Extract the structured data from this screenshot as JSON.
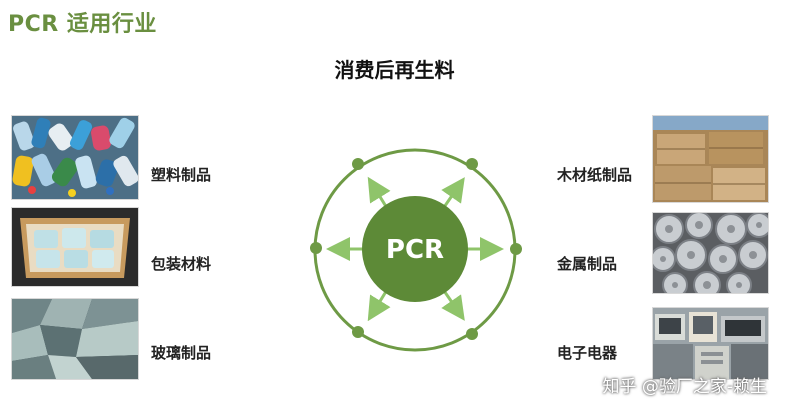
{
  "header": {
    "title": "PCR 适用行业"
  },
  "subtitle": "消费后再生料",
  "center_label": "PCR",
  "industries_left": [
    {
      "label": "塑料制品",
      "image": "plastic-bottles-photo"
    },
    {
      "label": "包装材料",
      "image": "packaging-box-photo"
    },
    {
      "label": "玻璃制品",
      "image": "glass-shards-photo"
    }
  ],
  "industries_right": [
    {
      "label": "木材纸制品",
      "image": "cardboard-bales-photo"
    },
    {
      "label": "金属制品",
      "image": "metal-wheels-photo"
    },
    {
      "label": "电子电器",
      "image": "electronic-waste-photo"
    }
  ],
  "watermark": "知乎 @验厂之家-赖生",
  "colors": {
    "accent": "#6a8f40",
    "ring": "#6e9a45",
    "center_fill": "#5d8a37",
    "arrow": "#8fc46a"
  }
}
